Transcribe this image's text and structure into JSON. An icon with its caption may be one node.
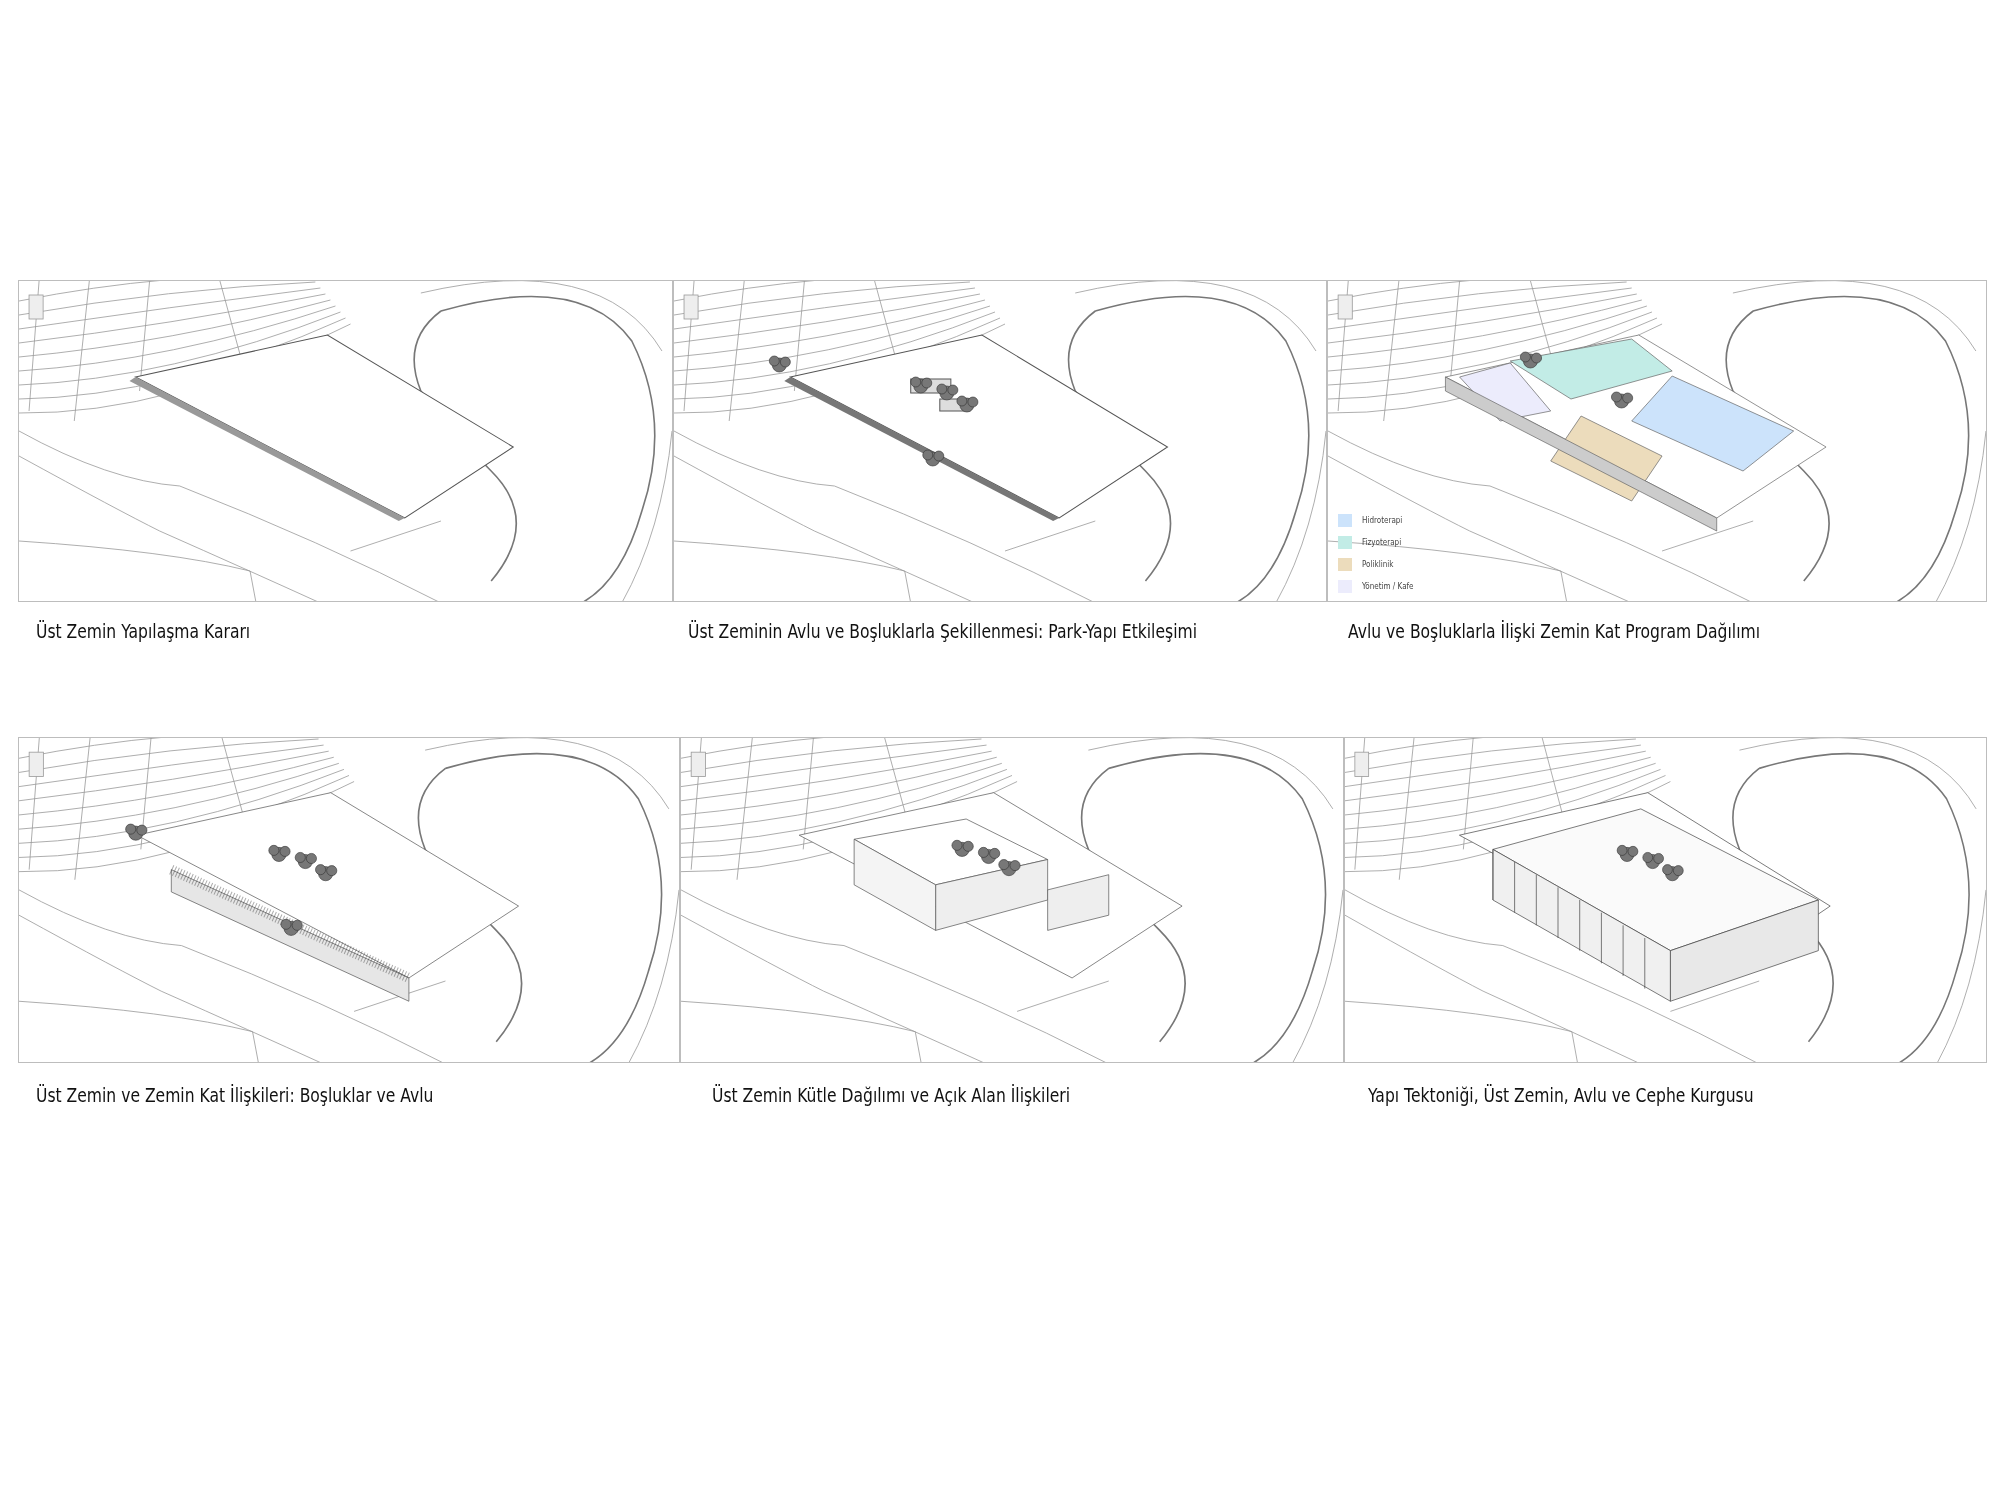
{
  "diagram": {
    "labels": [
      "Üst Zemin Yapılaşma Kararı",
      "Üst Zeminin Avlu ve Boşluklarla Şekillenmesi: Park-Yapı Etkileşimi",
      "Avlu ve Boşluklarla İlişki Zemin Kat Program Dağılımı",
      "Üst Zemin ve Zemin Kat İlişkileri: Boşluklar ve Avlu",
      "Üst Zemin Kütle Dağılımı ve Açık Alan İlişkileri",
      "Yapı Tektoniği, Üst Zemin, Avlu ve Cephe Kurgusu"
    ],
    "legend": [
      {
        "text": "Hidroterapi",
        "color": "#cce3fb"
      },
      {
        "text": "Fizyoterapi",
        "color": "#c2ece6"
      },
      {
        "text": "Poliklinik",
        "color": "#ecdcbc"
      },
      {
        "text": "Yönetim / Kafe",
        "color": "#ececfc"
      }
    ]
  }
}
